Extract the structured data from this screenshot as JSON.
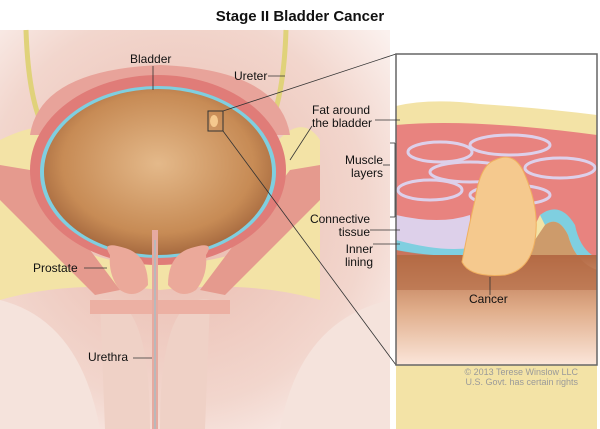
{
  "title": "Stage II Bladder Cancer",
  "labels": {
    "bladder": "Bladder",
    "ureter": "Ureter",
    "fat_line1": "Fat around",
    "fat_line2": "the bladder",
    "muscle_line1": "Muscle",
    "muscle_line2": "layers",
    "connective_line1": "Connective",
    "connective_line2": "tissue",
    "inner_line1": "Inner",
    "inner_line2": "lining",
    "cancer": "Cancer",
    "prostate": "Prostate",
    "urethra": "Urethra"
  },
  "copyright": {
    "line1": "© 2013 Terese Winslow LLC",
    "line2": "U.S. Govt. has certain rights"
  },
  "colors": {
    "fat": "#f3e3a6",
    "muscle": "#e8837f",
    "connective": "#ddd0ea",
    "inner_lining": "#7fcfe0",
    "cancer": "#f5c98e",
    "bladder_lumen": "#c98a4e",
    "ureter": "#e0d27a",
    "background_tissue": "#f3dcd3"
  }
}
